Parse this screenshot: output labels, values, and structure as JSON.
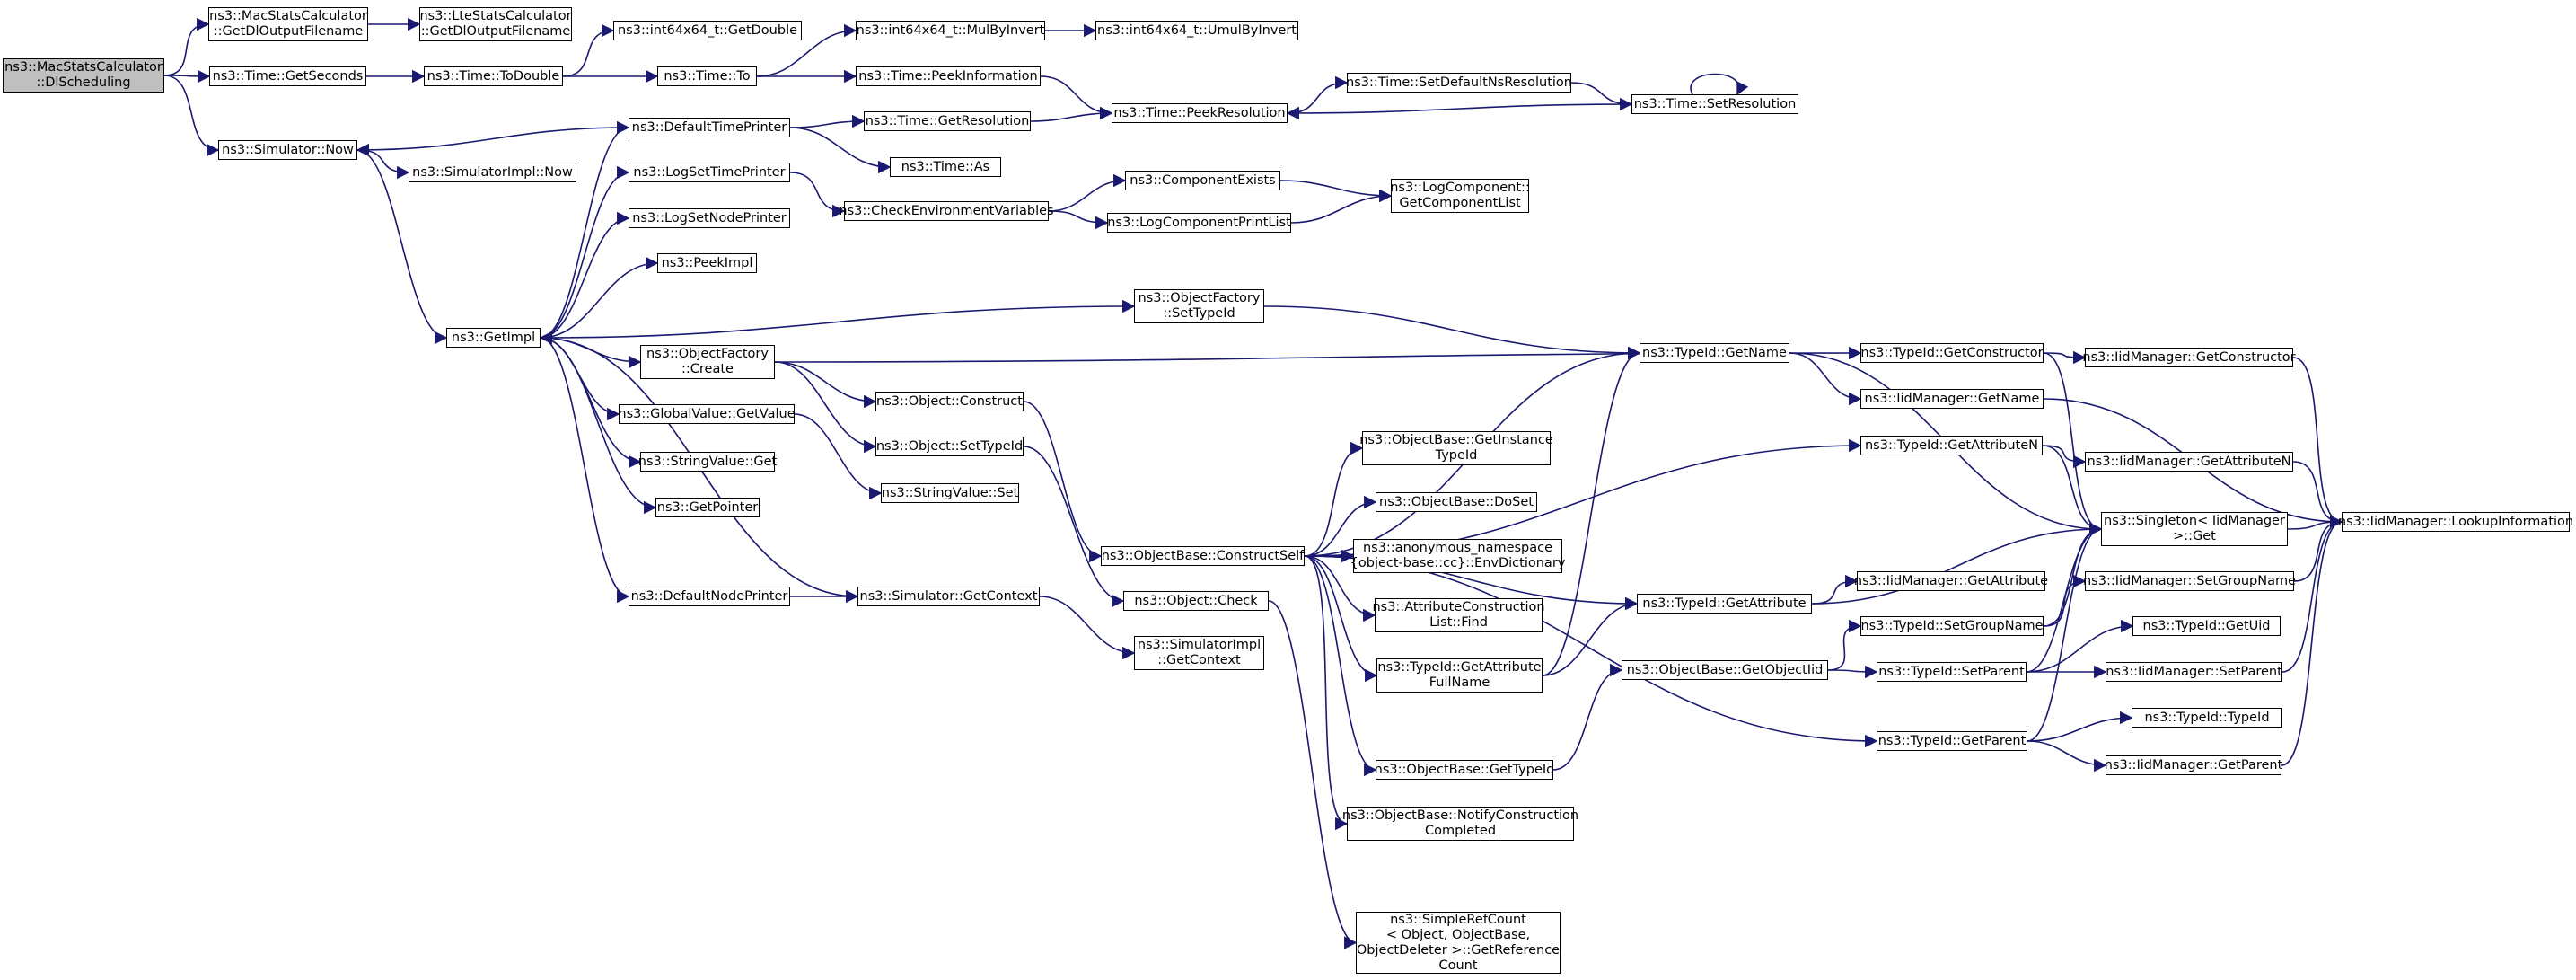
{
  "nodes": [
    {
      "id": "root",
      "lines": [
        "ns3::MacStatsCalculator",
        "::DlScheduling"
      ],
      "root": true
    },
    {
      "id": "mscgetdl",
      "lines": [
        "ns3::MacStatsCalculator",
        "::GetDlOutputFilename"
      ]
    },
    {
      "id": "lscgetdl",
      "lines": [
        "ns3::LteStatsCalculator",
        "::GetDlOutputFilename"
      ]
    },
    {
      "id": "getseconds",
      "lines": [
        "ns3::Time::GetSeconds"
      ]
    },
    {
      "id": "todouble",
      "lines": [
        "ns3::Time::ToDouble"
      ]
    },
    {
      "id": "getdouble",
      "lines": [
        "ns3::int64x64_t::GetDouble"
      ]
    },
    {
      "id": "timeto",
      "lines": [
        "ns3::Time::To"
      ]
    },
    {
      "id": "mulbyinvert",
      "lines": [
        "ns3::int64x64_t::MulByInvert"
      ]
    },
    {
      "id": "umulbyinvert",
      "lines": [
        "ns3::int64x64_t::UmulByInvert"
      ]
    },
    {
      "id": "peekinformation",
      "lines": [
        "ns3::Time::PeekInformation"
      ]
    },
    {
      "id": "peekresolution",
      "lines": [
        "ns3::Time::PeekResolution"
      ]
    },
    {
      "id": "setdefaultns",
      "lines": [
        "ns3::Time::SetDefaultNsResolution"
      ]
    },
    {
      "id": "setresolution",
      "lines": [
        "ns3::Time::SetResolution"
      ]
    },
    {
      "id": "simnow",
      "lines": [
        "ns3::Simulator::Now"
      ]
    },
    {
      "id": "simimplnow",
      "lines": [
        "ns3::SimulatorImpl::Now"
      ]
    },
    {
      "id": "defaulttimeprinter",
      "lines": [
        "ns3::DefaultTimePrinter"
      ]
    },
    {
      "id": "getresolution",
      "lines": [
        "ns3::Time::GetResolution"
      ]
    },
    {
      "id": "timeas",
      "lines": [
        "ns3::Time::As"
      ]
    },
    {
      "id": "logsettimeprinter",
      "lines": [
        "ns3::LogSetTimePrinter"
      ]
    },
    {
      "id": "checkenv",
      "lines": [
        "ns3::CheckEnvironmentVariables"
      ]
    },
    {
      "id": "componentexists",
      "lines": [
        "ns3::ComponentExists"
      ]
    },
    {
      "id": "logcompprintlist",
      "lines": [
        "ns3::LogComponentPrintList"
      ]
    },
    {
      "id": "getcomponentlist",
      "lines": [
        "ns3::LogComponent::",
        "GetComponentList"
      ]
    },
    {
      "id": "logsetnodeprinter",
      "lines": [
        "ns3::LogSetNodePrinter"
      ]
    },
    {
      "id": "peekimpl",
      "lines": [
        "ns3::PeekImpl"
      ]
    },
    {
      "id": "getimpl",
      "lines": [
        "ns3::GetImpl"
      ]
    },
    {
      "id": "ofsettypeid",
      "lines": [
        "ns3::ObjectFactory",
        "::SetTypeId"
      ]
    },
    {
      "id": "ofcreate",
      "lines": [
        "ns3::ObjectFactory",
        "::Create"
      ]
    },
    {
      "id": "typeidgetname",
      "lines": [
        "ns3::TypeId::GetName"
      ]
    },
    {
      "id": "typeidgetconstructor",
      "lines": [
        "ns3::TypeId::GetConstructor"
      ]
    },
    {
      "id": "iidgetconstructor",
      "lines": [
        "ns3::IidManager::GetConstructor"
      ]
    },
    {
      "id": "iidgetname",
      "lines": [
        "ns3::IidManager::GetName"
      ]
    },
    {
      "id": "objconstruct",
      "lines": [
        "ns3::Object::Construct"
      ]
    },
    {
      "id": "globalvaluegetvalue",
      "lines": [
        "ns3::GlobalValue::GetValue"
      ]
    },
    {
      "id": "objsettypeid",
      "lines": [
        "ns3::Object::SetTypeId"
      ]
    },
    {
      "id": "stringvalueget",
      "lines": [
        "ns3::StringValue::Get"
      ]
    },
    {
      "id": "stringvalueset",
      "lines": [
        "ns3::StringValue::Set"
      ]
    },
    {
      "id": "getpointer",
      "lines": [
        "ns3::GetPointer"
      ]
    },
    {
      "id": "obgetinstancetypeid",
      "lines": [
        "ns3::ObjectBase::GetInstance",
        "TypeId"
      ]
    },
    {
      "id": "typeidgetattributen",
      "lines": [
        "ns3::TypeId::GetAttributeN"
      ]
    },
    {
      "id": "iidgetattributen",
      "lines": [
        "ns3::IidManager::GetAttributeN"
      ]
    },
    {
      "id": "lookupinformation",
      "lines": [
        "ns3::IidManager::LookupInformation"
      ]
    },
    {
      "id": "obdoset",
      "lines": [
        "ns3::ObjectBase::DoSet"
      ]
    },
    {
      "id": "singletonget",
      "lines": [
        "ns3::Singleton< IidManager",
        "  >::Get"
      ]
    },
    {
      "id": "obconstructself",
      "lines": [
        "ns3::ObjectBase::ConstructSelf"
      ]
    },
    {
      "id": "envdictionary",
      "lines": [
        "ns3::anonymous_namespace",
        "{object-base::cc}::EnvDictionary"
      ]
    },
    {
      "id": "iidsetgroupname",
      "lines": [
        "ns3::IidManager::SetGroupName"
      ]
    },
    {
      "id": "defaultnodeprinter",
      "lines": [
        "ns3::DefaultNodePrinter"
      ]
    },
    {
      "id": "simgetcontext",
      "lines": [
        "ns3::Simulator::GetContext"
      ]
    },
    {
      "id": "objcheck",
      "lines": [
        "ns3::Object::Check"
      ]
    },
    {
      "id": "typeidgetattribute",
      "lines": [
        "ns3::TypeId::GetAttribute"
      ]
    },
    {
      "id": "iidgetattribute",
      "lines": [
        "ns3::IidManager::GetAttribute"
      ]
    },
    {
      "id": "attrconstructionlistfind",
      "lines": [
        "ns3::AttributeConstruction",
        "List::Find"
      ]
    },
    {
      "id": "typeidsetgroupname",
      "lines": [
        "ns3::TypeId::SetGroupName"
      ]
    },
    {
      "id": "typeidgetuid",
      "lines": [
        "ns3::TypeId::GetUid"
      ]
    },
    {
      "id": "simimplgetcontext",
      "lines": [
        "ns3::SimulatorImpl",
        "::GetContext"
      ]
    },
    {
      "id": "obgetobjectiid",
      "lines": [
        "ns3::ObjectBase::GetObjectIid"
      ]
    },
    {
      "id": "typeidsetparent",
      "lines": [
        "ns3::TypeId::SetParent"
      ]
    },
    {
      "id": "iidsetparent",
      "lines": [
        "ns3::IidManager::SetParent"
      ]
    },
    {
      "id": "typeidgetattrfullname",
      "lines": [
        "ns3::TypeId::GetAttribute",
        "FullName"
      ]
    },
    {
      "id": "typeidtypeid",
      "lines": [
        "ns3::TypeId::TypeId"
      ]
    },
    {
      "id": "typeidgetparent",
      "lines": [
        "ns3::TypeId::GetParent"
      ]
    },
    {
      "id": "iidgetparent",
      "lines": [
        "ns3::IidManager::GetParent"
      ]
    },
    {
      "id": "obgettypeid",
      "lines": [
        "ns3::ObjectBase::GetTypeId"
      ]
    },
    {
      "id": "obnotifyconstruction",
      "lines": [
        "ns3::ObjectBase::NotifyConstruction",
        "Completed"
      ]
    },
    {
      "id": "simplerefcount",
      "lines": [
        "ns3::SimpleRefCount",
        "< Object, ObjectBase,",
        "ObjectDeleter >::GetReference",
        "Count"
      ]
    }
  ],
  "edges": [
    [
      "root",
      "mscgetdl"
    ],
    [
      "mscgetdl",
      "lscgetdl"
    ],
    [
      "root",
      "getseconds"
    ],
    [
      "getseconds",
      "todouble"
    ],
    [
      "todouble",
      "getdouble"
    ],
    [
      "todouble",
      "timeto"
    ],
    [
      "timeto",
      "mulbyinvert"
    ],
    [
      "mulbyinvert",
      "umulbyinvert"
    ],
    [
      "timeto",
      "peekinformation"
    ],
    [
      "peekinformation",
      "peekresolution"
    ],
    [
      "peekresolution",
      "setdefaultns"
    ],
    [
      "setdefaultns",
      "setresolution"
    ],
    [
      "setresolution",
      "peekresolution"
    ],
    [
      "setresolution",
      "setresolution"
    ],
    [
      "root",
      "simnow"
    ],
    [
      "simnow",
      "simimplnow"
    ],
    [
      "simnow",
      "getimpl"
    ],
    [
      "defaulttimeprinter",
      "simnow"
    ],
    [
      "defaulttimeprinter",
      "getresolution"
    ],
    [
      "defaulttimeprinter",
      "timeas"
    ],
    [
      "getresolution",
      "peekresolution"
    ],
    [
      "logsettimeprinter",
      "checkenv"
    ],
    [
      "checkenv",
      "componentexists"
    ],
    [
      "checkenv",
      "logcompprintlist"
    ],
    [
      "componentexists",
      "getcomponentlist"
    ],
    [
      "logcompprintlist",
      "getcomponentlist"
    ],
    [
      "getimpl",
      "defaulttimeprinter"
    ],
    [
      "getimpl",
      "logsettimeprinter"
    ],
    [
      "getimpl",
      "logsetnodeprinter"
    ],
    [
      "getimpl",
      "peekimpl"
    ],
    [
      "getimpl",
      "ofsettypeid"
    ],
    [
      "getimpl",
      "ofcreate"
    ],
    [
      "getimpl",
      "globalvaluegetvalue"
    ],
    [
      "getimpl",
      "stringvalueget"
    ],
    [
      "getimpl",
      "getpointer"
    ],
    [
      "getimpl",
      "defaultnodeprinter"
    ],
    [
      "simgetcontext",
      "getimpl"
    ],
    [
      "simgetcontext",
      "simimplgetcontext"
    ],
    [
      "defaultnodeprinter",
      "simgetcontext"
    ],
    [
      "ofsettypeid",
      "typeidgetname"
    ],
    [
      "ofcreate",
      "typeidgetconstructor"
    ],
    [
      "ofcreate",
      "objconstruct"
    ],
    [
      "ofcreate",
      "objsettypeid"
    ],
    [
      "globalvaluegetvalue",
      "stringvalueset"
    ],
    [
      "objconstruct",
      "obconstructself"
    ],
    [
      "objsettypeid",
      "objcheck"
    ],
    [
      "typeidgetconstructor",
      "iidgetconstructor"
    ],
    [
      "typeidgetconstructor",
      "singletonget"
    ],
    [
      "typeidgetname",
      "iidgetname"
    ],
    [
      "typeidgetname",
      "singletonget"
    ],
    [
      "iidgetconstructor",
      "lookupinformation"
    ],
    [
      "iidgetname",
      "lookupinformation"
    ],
    [
      "typeidgetattributen",
      "iidgetattributen"
    ],
    [
      "typeidgetattributen",
      "singletonget"
    ],
    [
      "iidgetattributen",
      "lookupinformation"
    ],
    [
      "singletonget",
      "lookupinformation"
    ],
    [
      "iidsetgroupname",
      "lookupinformation"
    ],
    [
      "iidsetparent",
      "lookupinformation"
    ],
    [
      "iidgetparent",
      "lookupinformation"
    ],
    [
      "obconstructself",
      "typeidgetname"
    ],
    [
      "obconstructself",
      "obgetinstancetypeid"
    ],
    [
      "obconstructself",
      "typeidgetattributen"
    ],
    [
      "obconstructself",
      "obdoset"
    ],
    [
      "obconstructself",
      "envdictionary"
    ],
    [
      "obconstructself",
      "attrconstructionlistfind"
    ],
    [
      "obconstructself",
      "typeidgetattrfullname"
    ],
    [
      "obconstructself",
      "typeidgetattribute"
    ],
    [
      "obconstructself",
      "obgettypeid"
    ],
    [
      "obconstructself",
      "obnotifyconstruction"
    ],
    [
      "obconstructself",
      "typeidgetparent"
    ],
    [
      "objcheck",
      "simplerefcount"
    ],
    [
      "typeidgetattribute",
      "iidgetattribute"
    ],
    [
      "typeidgetattribute",
      "singletonget"
    ],
    [
      "typeidgetattrfullname",
      "typeidgetname"
    ],
    [
      "typeidgetattrfullname",
      "typeidgetattribute"
    ],
    [
      "obgettypeid",
      "obgetobjectiid"
    ],
    [
      "obgetobjectiid",
      "typeidsetgroupname"
    ],
    [
      "obgetobjectiid",
      "typeidsetparent"
    ],
    [
      "typeidsetgroupname",
      "iidsetgroupname"
    ],
    [
      "typeidsetgroupname",
      "singletonget"
    ],
    [
      "typeidsetparent",
      "typeidgetuid"
    ],
    [
      "typeidsetparent",
      "iidsetparent"
    ],
    [
      "typeidsetparent",
      "singletonget"
    ],
    [
      "typeidgetparent",
      "typeidtypeid"
    ],
    [
      "typeidgetparent",
      "iidgetparent"
    ],
    [
      "typeidgetparent",
      "singletonget"
    ]
  ],
  "colors": {
    "edge": "#191970",
    "node_border": "#000000",
    "root_fill": "#bfbfbf",
    "node_fill": "#ffffff"
  }
}
